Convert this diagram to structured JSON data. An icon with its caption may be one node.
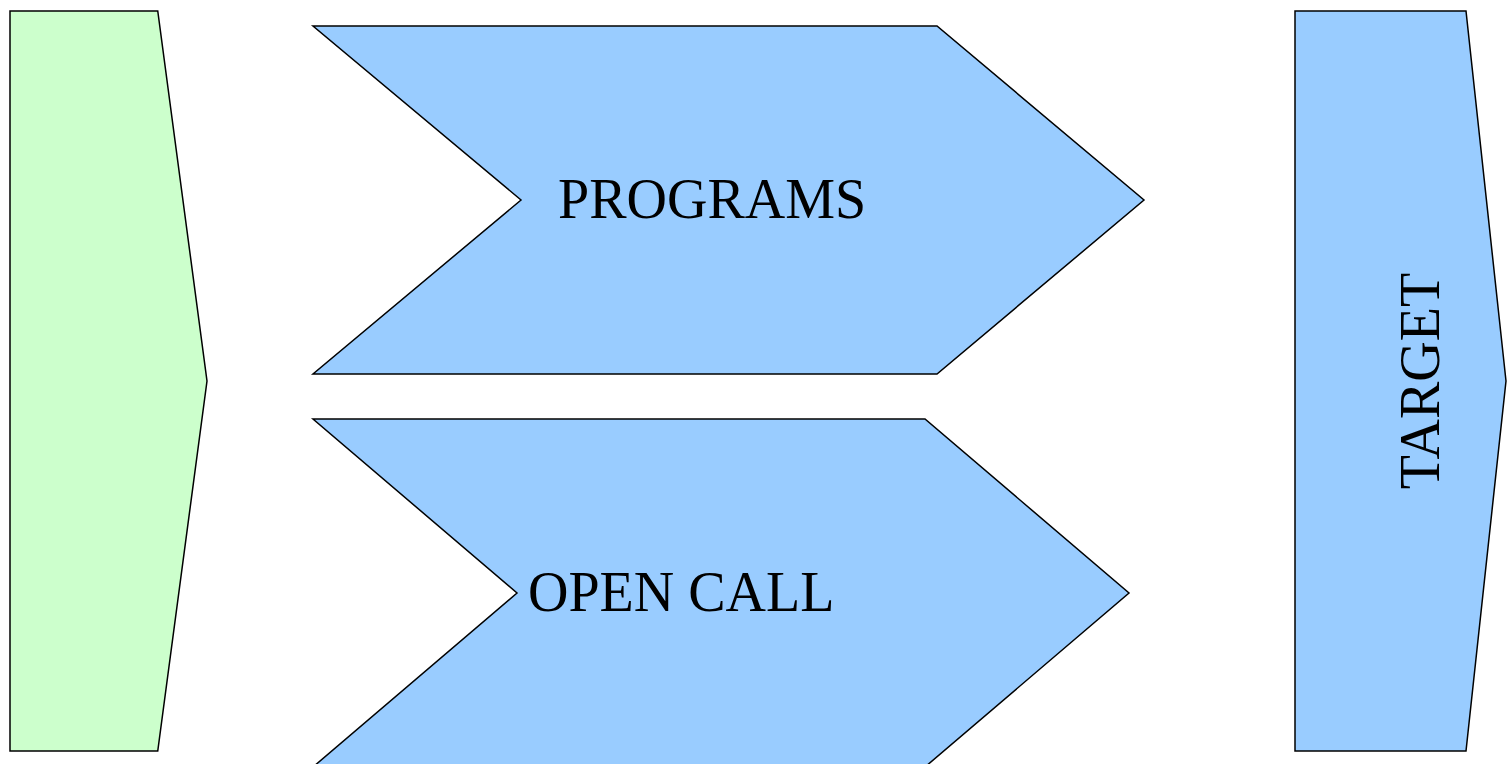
{
  "diagram": {
    "nodes": [
      {
        "text": [],
        "shape": "pentagon"
      },
      {
        "text": [
          "PROGRAMS"
        ]
      },
      {
        "text": [
          "OPEN CALL"
        ]
      },
      {
        "text": [
          "TARGET"
        ]
      }
    ]
  }
}
